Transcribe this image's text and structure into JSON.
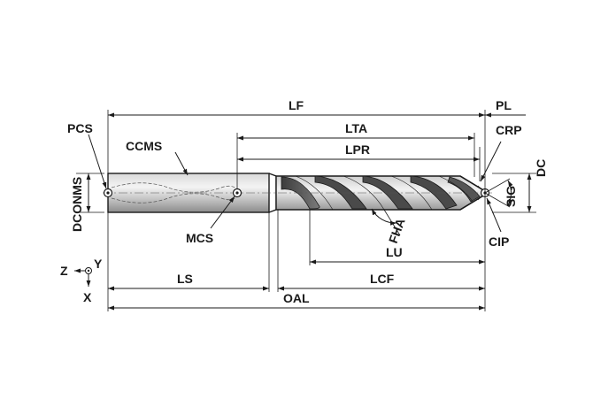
{
  "labels": {
    "lf": "LF",
    "pl": "PL",
    "pcs": "PCS",
    "lta": "LTA",
    "crp": "CRP",
    "ccms": "CCMS",
    "lpr": "LPR",
    "dc": "DC",
    "dconms": "DCONMS",
    "sig": "SIG",
    "fha": "FHA",
    "mcs": "MCS",
    "cip": "CIP",
    "lu": "LU",
    "ls": "LS",
    "lcf": "LCF",
    "oal": "OAL"
  },
  "axes": {
    "z": "Z",
    "y": "Y",
    "x": "X"
  }
}
